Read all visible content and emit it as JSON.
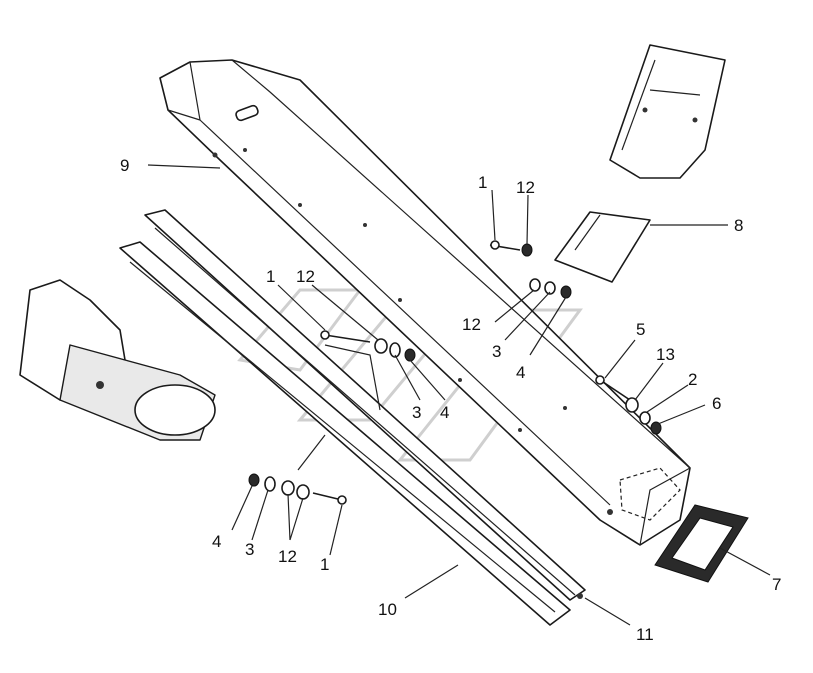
{
  "callouts": {
    "c1a": "1",
    "c12a": "12",
    "c8": "8",
    "c9": "9",
    "c1b": "1",
    "c12b": "12",
    "c12c": "12",
    "c3a": "3",
    "c4a": "4",
    "c5": "5",
    "c13": "13",
    "c2": "2",
    "c6": "6",
    "c3b": "3",
    "c4b": "4",
    "c4c": "4",
    "c3c": "3",
    "c12d": "12",
    "c1c": "1",
    "c7": "7",
    "c10": "10",
    "c11": "11"
  }
}
